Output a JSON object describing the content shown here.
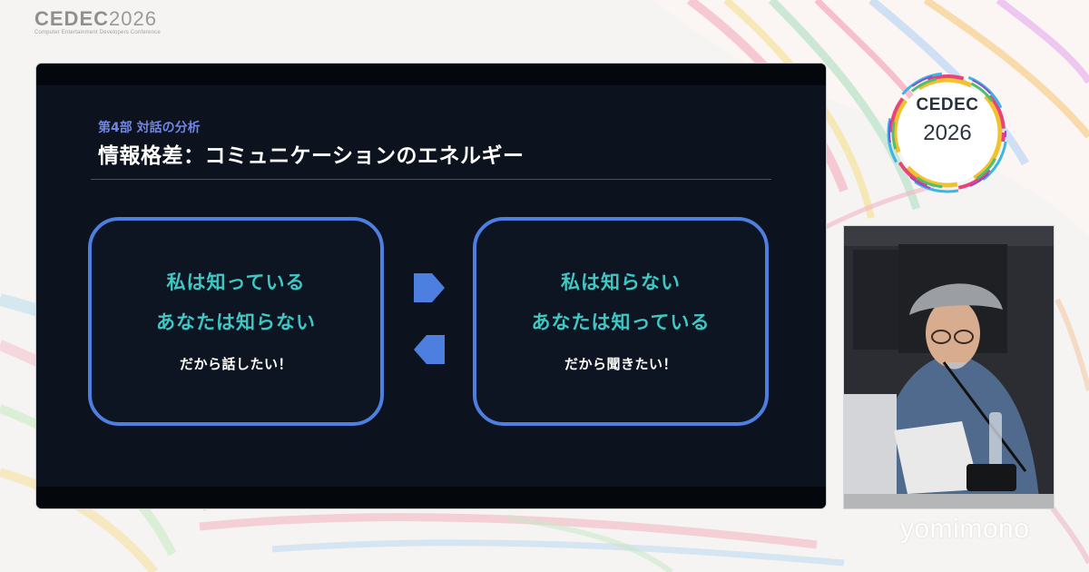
{
  "header_logo": {
    "wordmark": "CEDEC",
    "year": "2026",
    "tagline": "Computer Entertainment Developers Conference"
  },
  "slide": {
    "section_label": "第4部 対話の分析",
    "title": "情報格差：コミュニケーションのエネルギー",
    "left_box": {
      "line1": "私は知っている",
      "line2": "あなたは知らない",
      "line3": "だから話したい！"
    },
    "right_box": {
      "line1": "私は知らない",
      "line2": "あなたは知っている",
      "line3": "だから聞きたい！"
    }
  },
  "event_logo": {
    "wordmark": "CEDEC",
    "year": "2026"
  },
  "watermark": "yomimono",
  "icons": [
    "arrow-right-icon",
    "arrow-left-icon",
    "cedec-ring-logo-icon"
  ],
  "colors": {
    "accent_blue": "#4d7fe0",
    "teal_text": "#3fc7c3",
    "section_purple": "#6f86e6",
    "slide_bg": "#0d131e"
  }
}
